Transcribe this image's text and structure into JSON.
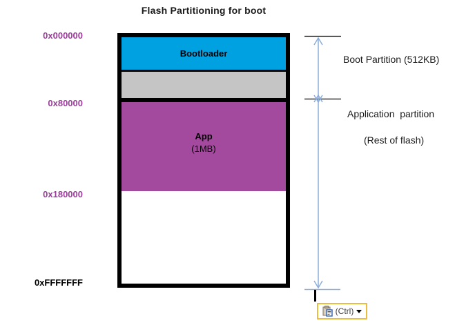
{
  "title": "Flash Partitioning for boot",
  "flash": {
    "addresses": [
      {
        "label": "0x000000",
        "color": "#9B3D9B"
      },
      {
        "label": "0x80000",
        "color": "#9B3D9B"
      },
      {
        "label": "0x180000",
        "color": "#9B3D9B"
      },
      {
        "label": "0xFFFFFFF",
        "color": "#000000"
      }
    ],
    "regions": [
      {
        "name": "bootloader",
        "label": "Bootloader",
        "color": "#00A1E0"
      },
      {
        "name": "boot-reserved",
        "label": "",
        "color": "#C5C5C5"
      },
      {
        "name": "app",
        "label": "App",
        "sublabel": "(1MB)",
        "color": "#A44A9E"
      },
      {
        "name": "unused",
        "label": "",
        "color": "#FFFFFF"
      }
    ]
  },
  "annotations": {
    "boot_partition": "Boot Partition (512KB)",
    "app_partition_line1": "Application  partition",
    "app_partition_line2": "(Rest of flash)"
  },
  "paste_options": {
    "label": "(Ctrl)",
    "icon": "paste-clipboard-icon",
    "border_color": "#EABD41"
  },
  "colors": {
    "arrow": "#8CAEDC",
    "tick": "#000000",
    "rect_border": "#000000"
  }
}
